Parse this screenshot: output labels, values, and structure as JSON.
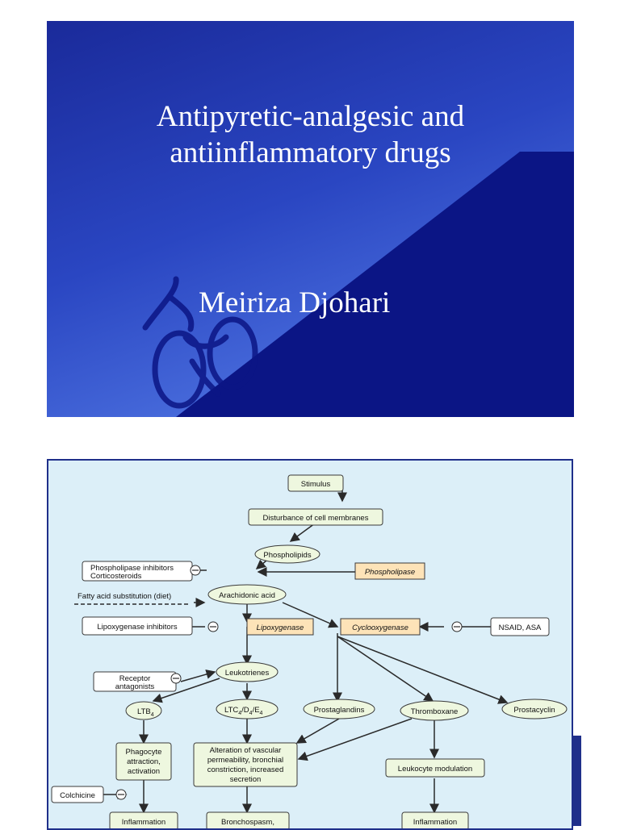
{
  "slide1": {
    "title_line1": "Antipyretic-analgesic and",
    "title_line2": "antiinflammatory drugs",
    "author": "Meiriza Djohari",
    "logo_icon": "cyclist-icon",
    "colors": {
      "dark_blue": "#0b1585",
      "light_blue": "#6a93f2",
      "title_text": "#ffffff"
    }
  },
  "slide2": {
    "stimulus": "Stimulus",
    "disturbance": "Disturbance of cell membranes",
    "phospholipids": "Phospholipids",
    "phospholipase": "Phospholipase",
    "phospholipase_inhibitors_1": "Phospholipase inhibitors",
    "phospholipase_inhibitors_2": "Corticosteroids",
    "fatty_acid": "Fatty acid substitution (diet)",
    "arachidonic": "Arachidonic acid",
    "lipoxygenase_inhibitors": "Lipoxygenase inhibitors",
    "lipoxygenase": "Lipoxygenase",
    "cyclooxygenase": "Cyclooxygenase",
    "nsaid": "NSAID, ASA",
    "receptor_1": "Receptor",
    "receptor_2": "antagonists",
    "leukotrienes": "Leukotrienes",
    "ltb4": "LTB",
    "ltb4_sub": "4",
    "ltc": "LTC",
    "ltc_sub1": "4",
    "ltd": "/D",
    "ltc_sub2": "4",
    "lte": "/E",
    "ltc_sub3": "4",
    "prostaglandins": "Prostaglandins",
    "thromboxane": "Thromboxane",
    "prostacyclin": "Prostacyclin",
    "phagocyte_1": "Phagocyte",
    "phagocyte_2": "attraction,",
    "phagocyte_3": "activation",
    "alteration_1": "Alteration of vascular",
    "alteration_2": "permeability, bronchial",
    "alteration_3": "constriction, increased",
    "alteration_4": "secretion",
    "leukocyte": "Leukocyte modulation",
    "colchicine": "Colchicine",
    "inflammation_left": "Inflammation",
    "bronchospasm": "Bronchospasm,",
    "inflammation_right": "Inflammation",
    "inhibit_symbol": "−",
    "colors": {
      "background": "#dceff8",
      "border": "#1f2f8a",
      "enzyme_fill": "#fde3b8",
      "node_fill": "#eef7df"
    }
  }
}
